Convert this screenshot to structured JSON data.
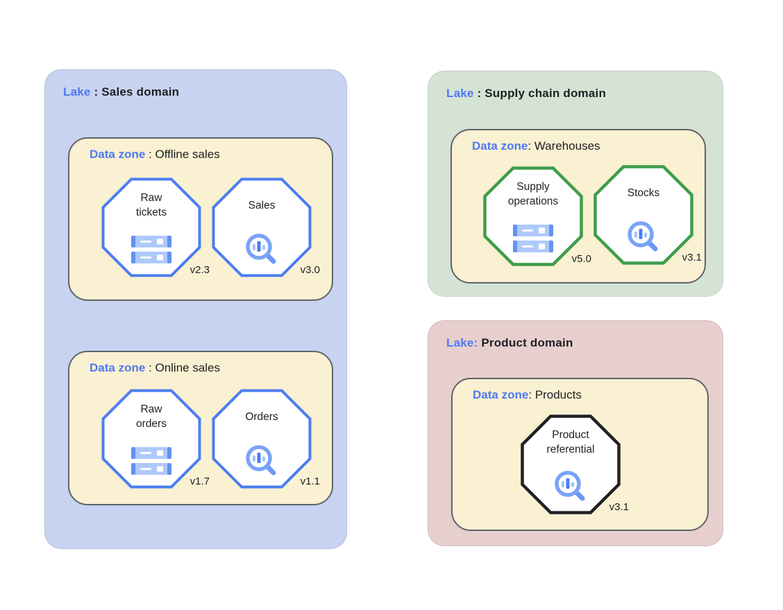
{
  "diagram": {
    "type": "data-lake-architecture",
    "background": "#FFFFFF"
  },
  "colors": {
    "accent_blue_text": "#4E79F2",
    "lake_sales_fill": "#C7D3F0",
    "lake_supply_fill": "#D5E3D5",
    "lake_product_fill": "#E7CFCE",
    "zone_fill": "#FAF0D2",
    "zone_border": "#5F6368",
    "octagon_blue_border": "#4C7DF1",
    "octagon_green_border": "#3F9D4B",
    "octagon_black_border": "#202124",
    "storage_icon_light": "#AEC9FB",
    "storage_icon_dark": "#6292F2",
    "search_icon_ring": "#7AA3F6",
    "search_icon_bar": "#4D7DF0",
    "text_dark": "#202124"
  },
  "lakes": [
    {
      "prefix": "Lake",
      "rest": " : Sales domain",
      "fill": "#C7D3F0",
      "zones": [
        {
          "prefix": "Data zone",
          "rest": " : Offline sales",
          "assets": [
            {
              "label": "Raw\ntickets",
              "icon": "storage-icon",
              "version": "v2.3",
              "border": "#4C7DF1"
            },
            {
              "label": "Sales",
              "icon": "search-analytics-icon",
              "version": "v3.0",
              "border": "#4C7DF1"
            }
          ]
        },
        {
          "prefix": "Data zone",
          "rest": " : Online sales",
          "assets": [
            {
              "label": "Raw\norders",
              "icon": "storage-icon",
              "version": "v1.7",
              "border": "#4C7DF1"
            },
            {
              "label": "Orders",
              "icon": "search-analytics-icon",
              "version": "v1.1",
              "border": "#4C7DF1"
            }
          ]
        }
      ]
    },
    {
      "prefix": "Lake",
      "rest": " : Supply chain domain",
      "fill": "#D5E3D5",
      "zones": [
        {
          "prefix": "Data zone",
          "rest": ": Warehouses",
          "assets": [
            {
              "label": "Supply\noperations",
              "icon": "storage-icon",
              "version": "v5.0",
              "border": "#3F9D4B"
            },
            {
              "label": "Stocks",
              "icon": "search-analytics-icon",
              "version": "v3.1",
              "border": "#3F9D4B"
            }
          ]
        }
      ]
    },
    {
      "prefix": "Lake:",
      "rest": " Product domain",
      "fill": "#E7CFCE",
      "zones": [
        {
          "prefix": "Data zone",
          "rest": ": Products",
          "assets": [
            {
              "label": "Product\nreferential",
              "icon": "search-analytics-icon",
              "version": "v3.1",
              "border": "#202124"
            }
          ]
        }
      ]
    }
  ]
}
